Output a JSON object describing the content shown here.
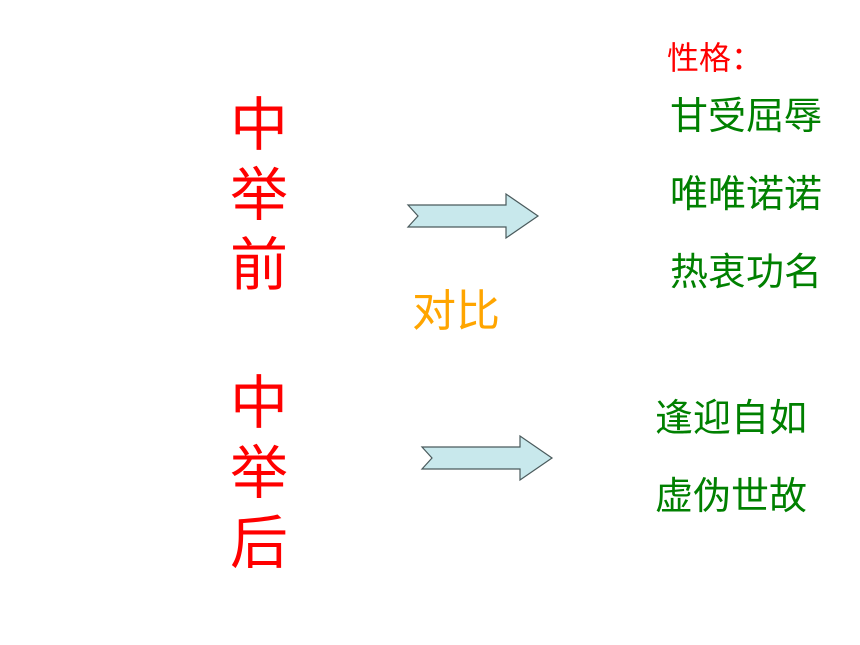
{
  "before": {
    "chars": [
      "中",
      "举",
      "前"
    ],
    "traits_label": "性格：",
    "traits": [
      "甘受屈辱",
      "唯唯诺诺",
      "热衷功名"
    ]
  },
  "contrast_label": "对比",
  "after": {
    "chars": [
      "中",
      "举",
      "后"
    ],
    "traits": [
      "逢迎自如",
      "虚伪世故"
    ]
  },
  "colors": {
    "heading": "#ff0000",
    "traits": "#008000",
    "contrast": "#ffa500",
    "arrow_fill": "#c8e8ec",
    "arrow_stroke": "#4a5a5c"
  },
  "icons": [
    "right-arrow-icon",
    "right-arrow-icon"
  ]
}
